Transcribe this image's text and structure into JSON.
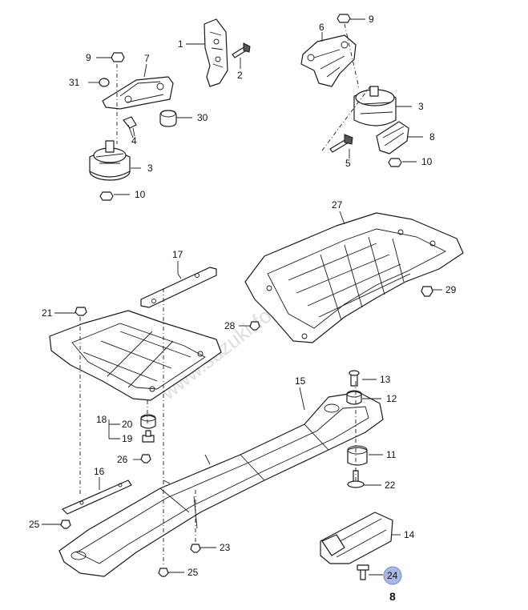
{
  "diagram": {
    "watermark": "www.suzuki-forum.dk",
    "page_number": "8",
    "highlight_color": "#a9b8e3",
    "callouts": {
      "c1": "1",
      "c2": "2",
      "c3a": "3",
      "c3b": "3",
      "c4": "4",
      "c5": "5",
      "c6": "6",
      "c7": "7",
      "c8": "8",
      "c9a": "9",
      "c9b": "9",
      "c10a": "10",
      "c10b": "10",
      "c11": "11",
      "c12": "12",
      "c13": "13",
      "c14": "14",
      "c15": "15",
      "c16": "16",
      "c17": "17",
      "c18": "18",
      "c19": "19",
      "c20": "20",
      "c21": "21",
      "c22": "22",
      "c23": "23",
      "c24": "24",
      "c25a": "25",
      "c25b": "25",
      "c26": "26",
      "c27": "27",
      "c28": "28",
      "c29": "29",
      "c30": "30",
      "c31": "31"
    }
  }
}
